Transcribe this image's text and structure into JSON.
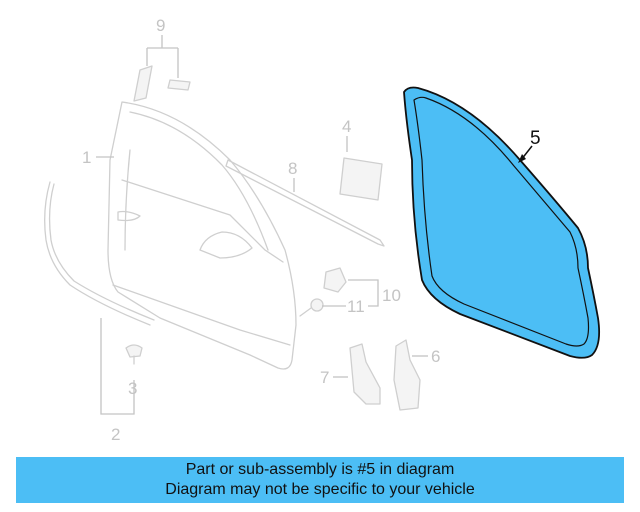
{
  "callouts": {
    "n1": "1",
    "n2": "2",
    "n3": "3",
    "n4": "4",
    "n5": "5",
    "n6": "6",
    "n7": "7",
    "n8": "8",
    "n9": "9",
    "n10": "10",
    "n11": "11"
  },
  "banner": {
    "line1": "Part or sub-assembly is #5 in diagram",
    "line2": "Diagram may not be specific to your vehicle"
  },
  "colors": {
    "highlight_fill": "#4cbef5",
    "banner_bg": "#4cbef5",
    "ghost_stroke": "#cfcfcf",
    "label_gray": "#c4c4c4",
    "label_dark": "#111111"
  }
}
